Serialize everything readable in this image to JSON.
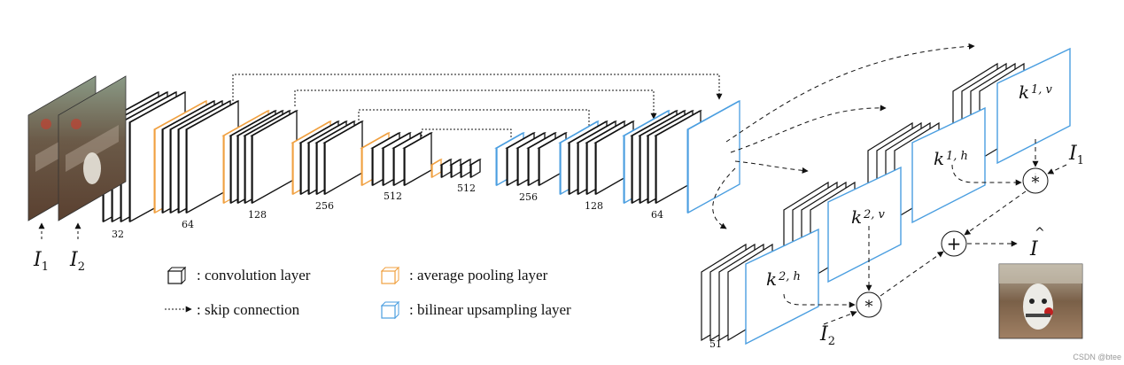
{
  "colors": {
    "conv": "#111111",
    "pool": "#f0a040",
    "upsample": "#4a9ee0",
    "background": "#ffffff"
  },
  "inputs": {
    "i1": "I",
    "i1_sub": "1",
    "i2": "I",
    "i2_sub": "2"
  },
  "channel_labels": {
    "c32": "32",
    "c64a": "64",
    "c128a": "128",
    "c256a": "256",
    "c512a": "512",
    "c512b": "512",
    "c256b": "256",
    "c128b": "128",
    "c64b": "64",
    "c51": "51"
  },
  "kernels": {
    "k1v_main": "k",
    "k1v_sub": "1, v",
    "k1h_main": "k",
    "k1h_sub": "1, h",
    "k2v_main": "k",
    "k2v_sub": "2, v",
    "k2h_main": "k",
    "k2h_sub": "2, h"
  },
  "operators": {
    "conv_op": "*",
    "plus_op": "+"
  },
  "output": {
    "label": "I",
    "hat": "^"
  },
  "legend": {
    "conv": ": convolution layer",
    "pool": ": average pooling layer",
    "skip": ": skip connection",
    "upsample": ": bilinear upsampling layer"
  },
  "watermark": "CSDN @btee"
}
